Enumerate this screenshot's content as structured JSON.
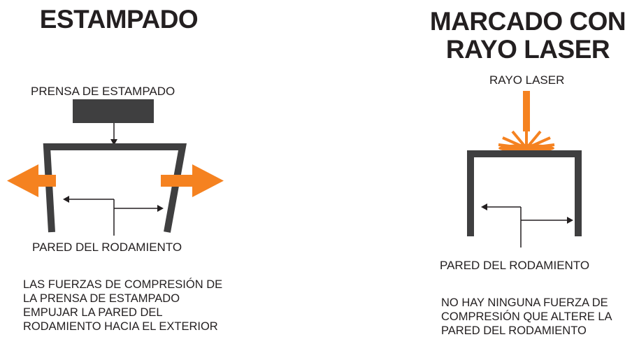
{
  "left_panel": {
    "title": "ESTAMPADO",
    "press_label": "PRENSA DE ESTAMPADO",
    "wall_label": "PARED DEL RODAMIENTO",
    "description_lines": [
      "LAS FUERZAS DE COMPRESIÓN DE",
      "LA PRENSA DE ESTAMPADO",
      "EMPUJAR LA PARED DEL",
      "RODAMIENTO HACIA EL EXTERIOR"
    ]
  },
  "right_panel": {
    "title_lines": [
      "MARCADO CON",
      "RAYO LASER"
    ],
    "laser_label": "RAYO LASER",
    "wall_label": "PARED DEL RODAMIENTO",
    "description_lines": [
      "NO HAY NINGUNA FUERZA DE",
      "COMPRESIÓN QUE ALTERE LA",
      "PARED DEL RODAMIENTO"
    ]
  },
  "colors": {
    "structure": "#3f3f40",
    "accent_orange": "#f58220",
    "text": "#231f20"
  }
}
